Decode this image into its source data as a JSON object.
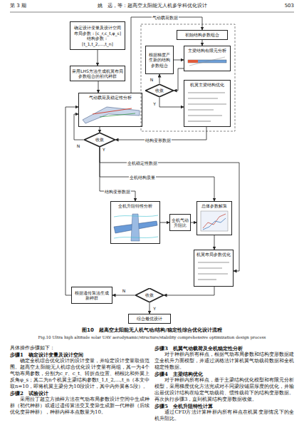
{
  "diagram": {
    "caption": "图10　超高空太阳能无人机气动/结构/稳定性综合优化设计流程",
    "nodes": [
      {
        "text": [
          "确定设计变量及设计空间",
          "布局参数：[c_r,c_t,φ_s]",
          "结构参数：[t_1,t_2,…,t_n]"
        ]
      },
      {
        "text": [
          "采用LHS方法生成机翼布局参数组合的初代种群"
        ]
      },
      {
        "text": [
          "气动载荷及稳定性分析"
        ]
      },
      {
        "text": [
          "初始结构参数组合"
        ]
      },
      {
        "text": [
          "根据梯度产生新的结构参数组合"
        ]
      },
      {
        "text": [
          "收敛"
        ]
      },
      {
        "text": [
          "主梁结构有限元分析"
        ]
      },
      {
        "text": [
          "机翼主梁结构优化"
        ]
      },
      {
        "text": [
          "收敛"
        ]
      },
      {
        "text": [
          "全机升阻特性分析"
        ]
      },
      {
        "text": [
          "全机气动升阻比"
        ]
      },
      {
        "text": [
          "总体参数解算"
        ]
      },
      {
        "text": [
          "机翼布局参数优化"
        ]
      },
      {
        "text": [
          "根据遗传算法生成新种群"
        ]
      },
      {
        "text": [
          "收敛"
        ]
      },
      {
        "text": [
          "综合最优设计"
        ]
      }
    ],
    "edges": [
      {
        "from": 0,
        "to": 1,
        "arrow": "to"
      },
      {
        "from": 1,
        "to": 2,
        "arrow": "to"
      },
      {
        "from": 2,
        "to": 3,
        "arrow": "to",
        "label": "气动载荷数据"
      },
      {
        "from": 3,
        "to": 6,
        "arrow": "to"
      },
      {
        "from": 6,
        "to": 5,
        "arrow": "to"
      },
      {
        "from": 5,
        "to": 4,
        "arrow": "to",
        "label": "N"
      },
      {
        "from": 4,
        "to": 6,
        "arrow": "to"
      },
      {
        "from": 5,
        "to": 7,
        "arrow": "to",
        "label": "Y"
      },
      {
        "from": 7,
        "to": 8,
        "arrow": "to",
        "label": "结构变形数据"
      },
      {
        "from": 2,
        "to": 8,
        "arrow": "to"
      },
      {
        "from": 8,
        "to": 2,
        "arrow": "to",
        "label": "N"
      },
      {
        "from": 8,
        "to": 12,
        "arrow": "to",
        "label": "全机稳定性数据"
      },
      {
        "from": 8,
        "to": 11,
        "arrow": "to",
        "label": "全机结构质量"
      },
      {
        "from": 8,
        "to": 9,
        "arrow": "to",
        "label": "结构变形数据"
      },
      {
        "from": 9,
        "to": 10,
        "arrow": "to"
      },
      {
        "from": 10,
        "to": 11,
        "arrow": "to"
      },
      {
        "from": 11,
        "to": 12,
        "arrow": "to"
      },
      {
        "from": 12,
        "to": 14,
        "arrow": "to"
      },
      {
        "from": 14,
        "to": 13,
        "arrow": "to",
        "label": "N"
      },
      {
        "from": 13,
        "to": 2,
        "arrow": "to"
      },
      {
        "from": 14,
        "to": 15,
        "arrow": "to",
        "label": "Y"
      }
    ],
    "labels": [
      "第 3 期",
      "姚　远，等：超高空太阳能无人机多学科优化设计",
      "503",
      "Y",
      "Fig.10 Ultra high altitude solar UAV aerodynamic/structure/stability comprehensive optimization design process",
      "具体操作步骤如下：",
      "步骤1　确定设计变量及设计空间",
      "确定全机综合优化设计的设计变量，并给定设计变量取值范围。超高空太阳能无人机综合优化设计变量有两组，其一为4个气动布局参数，分别为c_r、c_t、转折点位置、梢根比和外翼上反角φ_s；其二为n个机翼主梁结构参数t_1,t_2,…,t_n（本文中取n=10，即将机翼主梁分为10段设计，其中内外翼各5段）。",
      "步骤2　试验设计",
      "采用拉丁超立方抽样方法在气动布局参数设计空间中生成种群（初代种群）或通过遗传算法交叉变异生成新一代种群（后续优化变异种群），种群内样本点数量为10。",
      "步骤3　机翼气动载荷及全机稳定性分析",
      "对于种群内所有样点，根据气动布局参数和结构变形数据建立全机升力面模型，并通过涡格法计算机翼气动载荷数据和全机稳定性数据。",
      "步骤4　主梁结构优化",
      "对于种群内所有样点，基于主梁结构优化模型和有限元分析模型，采用梯度优化方法完成对不同梁段铺层厚度的优化，并输出最优设计结构在给定气动载荷、惯性载荷下的结构变形数据。再次执行步骤3，直到机翼结构变形数据收敛。",
      "步骤5　全机升阻特性计算",
      "通过CFD方法计算种群内所有样点在机翼变形情况下的全机升阻比。"
    ]
  }
}
